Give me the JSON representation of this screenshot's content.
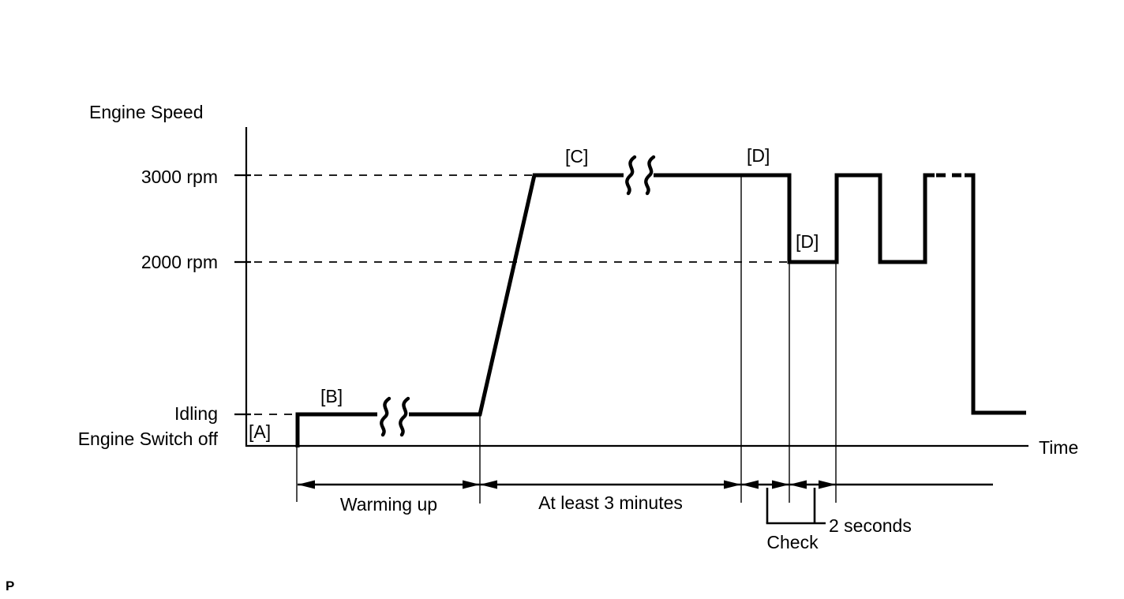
{
  "diagram": {
    "y_axis_title": "Engine Speed",
    "x_axis_label": "Time",
    "levels": {
      "rpm3000": "3000 rpm",
      "rpm2000": "2000 rpm",
      "idling": "Idling",
      "engine_off": "Engine Switch off"
    },
    "markers": {
      "a": "[A]",
      "b": "[B]",
      "c": "[C]",
      "d_high": "[D]",
      "d_low": "[D]"
    },
    "spans": {
      "warming_up": "Warming up",
      "at_least_3_minutes": "At least 3 minutes",
      "two_seconds": "2 seconds",
      "check": "Check"
    },
    "waveform_sequence": [
      {
        "marker": "[A]",
        "state": "Engine Switch off, then start"
      },
      {
        "marker": "[B]",
        "state": "Idling",
        "duration": "Warming up"
      },
      {
        "marker": "[C]",
        "state": "3000 rpm",
        "duration": "At least 3 minutes"
      },
      {
        "marker": "[D]",
        "state": "alternate 3000 rpm / 2000 rpm",
        "interval": "2 seconds",
        "action": "Check"
      }
    ]
  },
  "page": {
    "footer_mark": "P"
  }
}
